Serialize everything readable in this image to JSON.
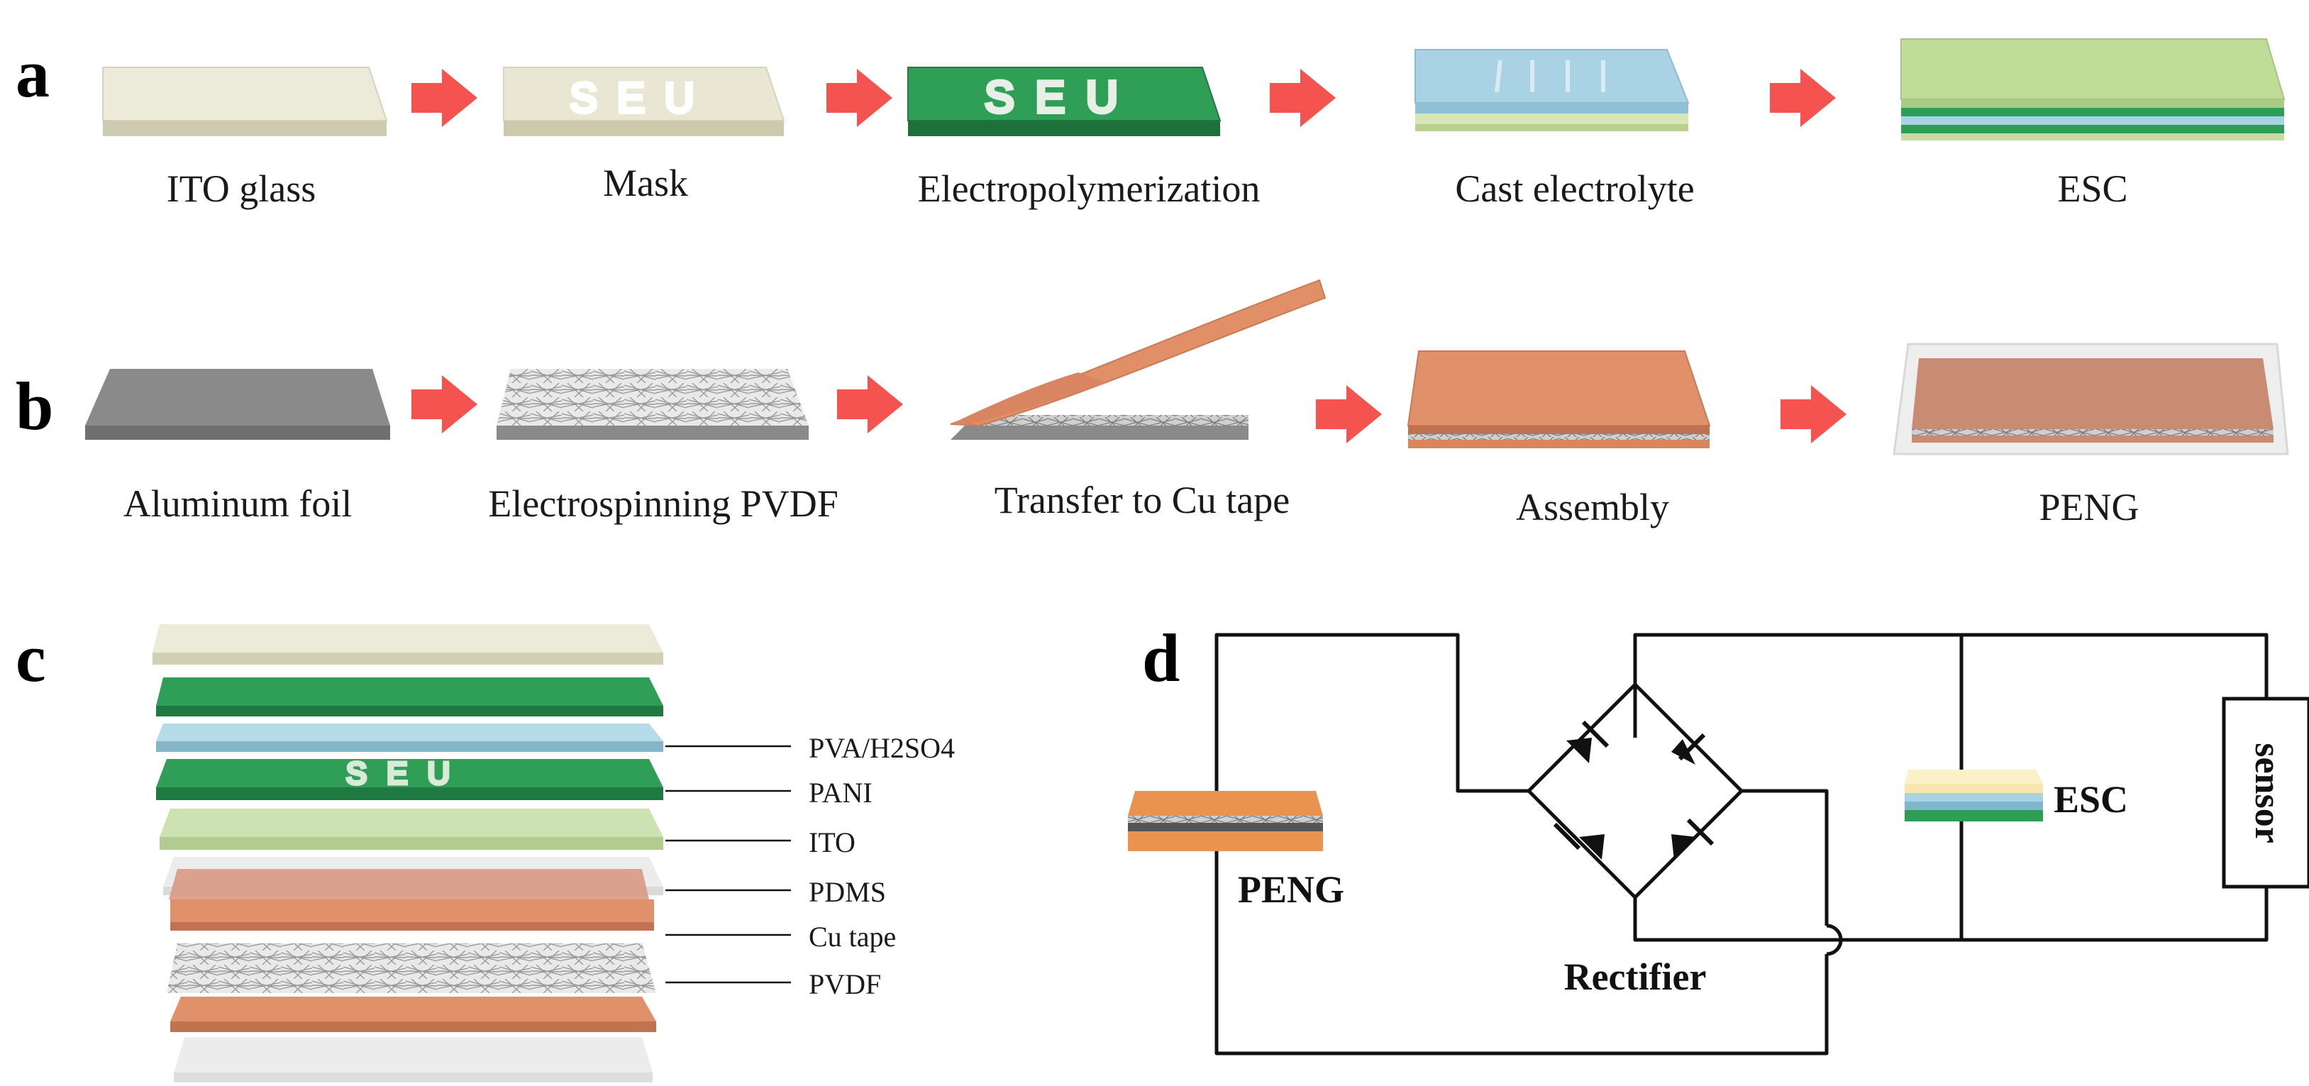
{
  "panels": {
    "a": {
      "label": "a",
      "steps": [
        {
          "caption": "ITO glass",
          "style": "plain-glass"
        },
        {
          "caption": "Mask",
          "style": "masked-glass",
          "pattern_text": "SEU"
        },
        {
          "caption": "Electropolymerization",
          "style": "pani-electrode",
          "pattern_text": "SEU"
        },
        {
          "caption": "Cast electrolyte",
          "style": "electrolyte-coated"
        },
        {
          "caption": "ESC",
          "style": "stacked-device"
        }
      ]
    },
    "b": {
      "label": "b",
      "steps": [
        {
          "caption": "Aluminum foil",
          "style": "foil"
        },
        {
          "caption": "Electrospinning PVDF",
          "style": "fiber-mat"
        },
        {
          "caption": "Transfer to Cu tape",
          "style": "peeling-tape"
        },
        {
          "caption": "Assembly",
          "style": "assembled"
        },
        {
          "caption": "PENG",
          "style": "encapsulated"
        }
      ]
    },
    "c": {
      "label": "c",
      "pattern_text": "SEU",
      "layer_labels": [
        "PVA/H2SO4",
        "PANI",
        "ITO",
        "PDMS",
        "Cu tape",
        "PVDF"
      ]
    },
    "d": {
      "label": "d",
      "peng_label": "PENG",
      "rectifier_label": "Rectifier",
      "esc_label": "ESC",
      "sensor_label": "sensor"
    }
  },
  "colors": {
    "arrow": "#f4534f",
    "ito_glass": "#e8e6d4",
    "pani_green": "#2e9e57",
    "electrolyte_blue": "#a9d1e3",
    "esc_green": "#bddc98",
    "foil_gray": "#8c8c8c",
    "copper": "#e0916a",
    "pdms": "#e6e6e6",
    "wire": "#111111"
  }
}
